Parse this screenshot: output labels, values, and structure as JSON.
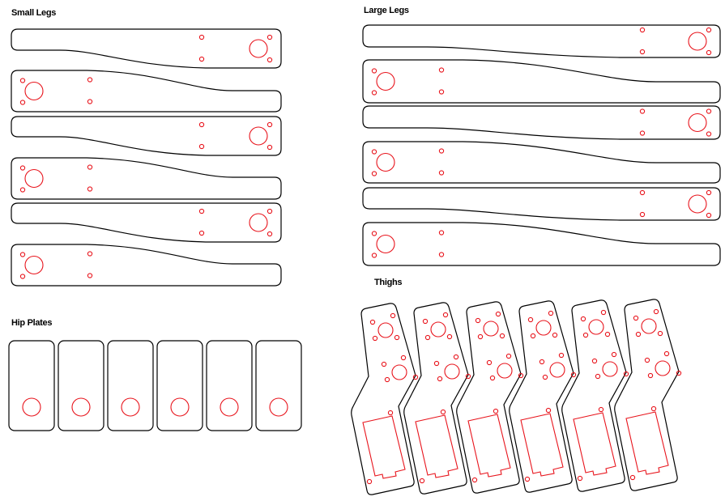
{
  "sections": {
    "small_legs": "Small Legs",
    "large_legs": "Large Legs",
    "hip_plates": "Hip Plates",
    "thighs": "Thighs"
  },
  "colors": {
    "outline": "#000000",
    "holes": "#e8141c",
    "background": "#ffffff"
  },
  "counts": {
    "small_leg_pairs": 3,
    "large_leg_pairs": 3,
    "hip_plates": 6,
    "thighs": 6
  }
}
